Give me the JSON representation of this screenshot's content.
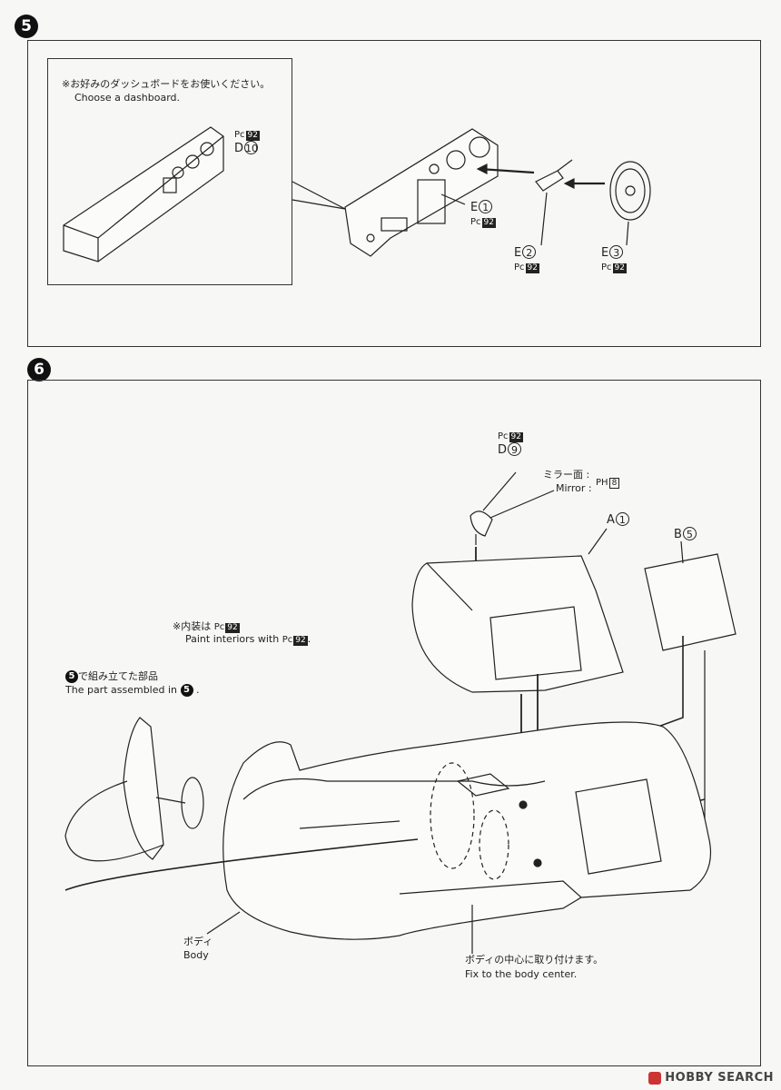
{
  "step5": {
    "number": "5",
    "note_jp": "※お好みのダッシュボードをお使いください。",
    "note_en": "Choose a dashboard.",
    "parts": {
      "d10": {
        "paint": "Pc",
        "color_code": "92",
        "code": "D",
        "num": "10"
      },
      "e1": {
        "code": "E",
        "num": "1",
        "paint": "Pc",
        "color_code": "92"
      },
      "e2": {
        "code": "E",
        "num": "2",
        "paint": "Pc",
        "color_code": "92"
      },
      "e3": {
        "code": "E",
        "num": "3",
        "paint": "Pc",
        "color_code": "92"
      }
    }
  },
  "step6": {
    "number": "6",
    "d9": {
      "paint": "Pc",
      "color_code": "92",
      "code": "D",
      "num": "9"
    },
    "mirror_jp": "ミラー面 :",
    "mirror_en": "Mirror :",
    "mirror_paint": "PH",
    "mirror_code": "8",
    "a1": {
      "code": "A",
      "num": "1"
    },
    "b5": {
      "code": "B",
      "num": "5"
    },
    "interior_jp": "※内装は",
    "interior_paint": "Pc",
    "interior_code": "92",
    "interior_en_pre": "Paint interiors with",
    "interior_en_post": ".",
    "assembled_step": "5",
    "assembled_jp": "で組み立てた部品",
    "assembled_en": "The part assembled in",
    "assembled_en_post": ".",
    "body_jp": "ボディ",
    "body_en": "Body",
    "center_jp": "ボディの中心に取り付けます。",
    "center_en": "Fix to the body center."
  },
  "footer": {
    "brand": "HOBBY SEARCH"
  }
}
